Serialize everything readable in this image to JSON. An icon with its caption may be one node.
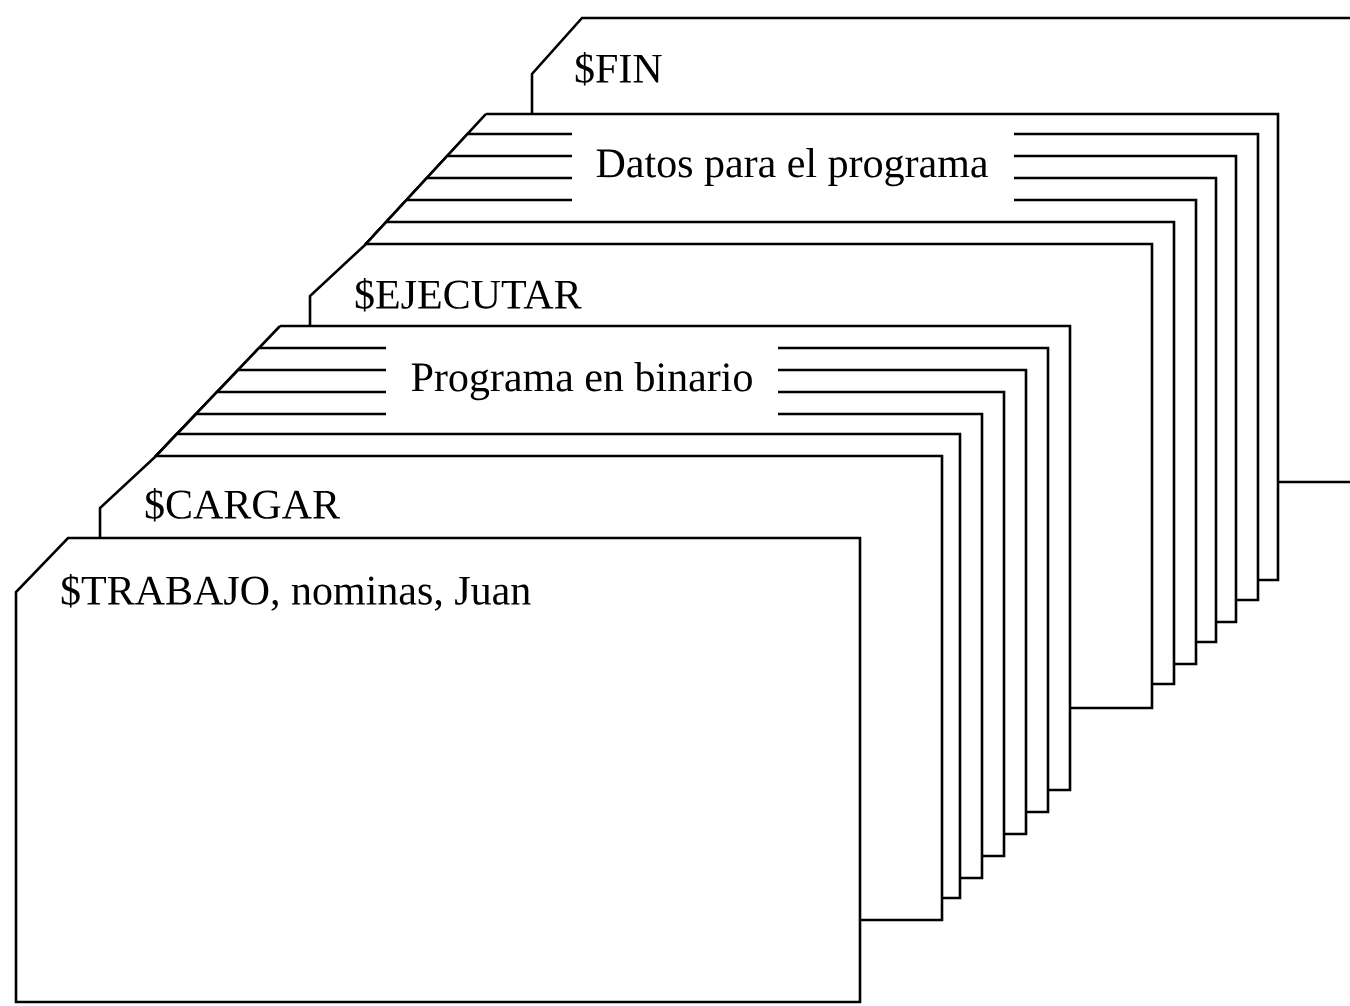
{
  "diagram": {
    "nodes": [
      {
        "text": [
          "$FIN"
        ]
      },
      {
        "text": [
          "Datos para el programa"
        ]
      },
      {
        "text": [],
        "shape": "box"
      },
      {
        "text": [],
        "shape": "box"
      },
      {
        "text": [],
        "shape": "box"
      },
      {
        "text": [],
        "shape": "box"
      },
      {
        "text": [],
        "shape": "box"
      },
      {
        "text": [
          "$EJECUTAR"
        ]
      },
      {
        "text": [
          "Programa en binario"
        ]
      },
      {
        "text": [],
        "shape": "box"
      },
      {
        "text": [],
        "shape": "box"
      },
      {
        "text": [],
        "shape": "box"
      },
      {
        "text": [],
        "shape": "box"
      },
      {
        "text": [],
        "shape": "box"
      },
      {
        "text": [
          "$CARGAR"
        ]
      },
      {
        "text": [
          "$TRABAJO, nominas, Juan"
        ]
      }
    ]
  }
}
